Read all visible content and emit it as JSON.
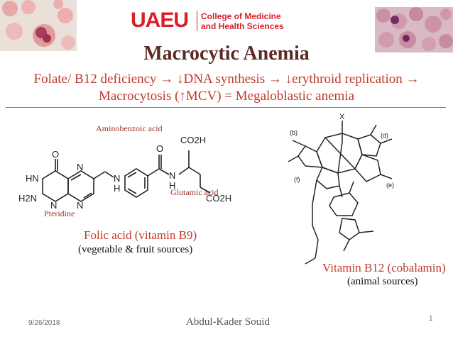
{
  "header": {
    "logo_word": "UAEU",
    "college_line1": "College of Medicine",
    "college_line2": "and Health Sciences"
  },
  "slide": {
    "title": "Macrocytic Anemia",
    "subtitle_line1": "Folate/ B12 deficiency → ↓DNA synthesis → ↓erythroid replication →",
    "subtitle_line2": "Macrocytosis (↑MCV) = Megaloblastic anemia"
  },
  "folic": {
    "label_aminobenzoic": "Aminobenzoic acid",
    "label_glutamic": "Glutamic acid",
    "label_pteridine": "Pteridine",
    "caption": "Folic acid (vitamin B9)",
    "source": "(vegetable & fruit sources)",
    "atoms": {
      "o_top": "O",
      "hn": "HN",
      "n1": "N",
      "n2": "N",
      "n3": "N",
      "h2n": "H2N",
      "nh_link": "N",
      "h_link": "H",
      "o_amide": "O",
      "n_amide": "N",
      "h_amide": "H",
      "co2h_top": "CO2H",
      "co2h_bottom": "CO2H"
    }
  },
  "b12": {
    "caption": "Vitamin B12 (cobalamin)",
    "source": "(animal sources)",
    "x_label": "X",
    "labels": {
      "b": "(b)",
      "d": "(d)",
      "e": "(e)",
      "f": "(f)"
    }
  },
  "footer": {
    "date": "9/26/2018",
    "author": "Abdul-Kader Souid",
    "page": "1"
  }
}
